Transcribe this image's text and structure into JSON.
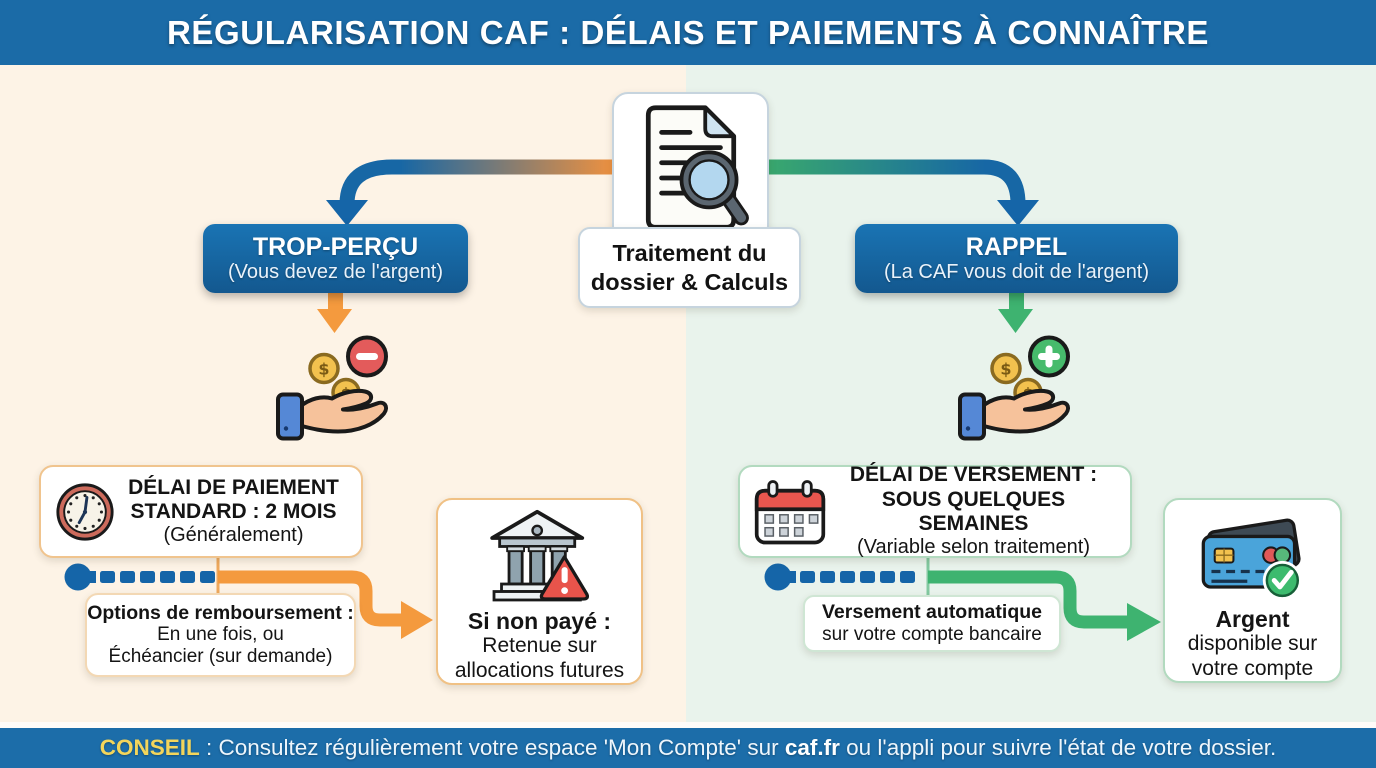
{
  "header": {
    "title": "RÉGULARISATION CAF : DÉLAIS ET PAIEMENTS À CONNAÎTRE"
  },
  "center": {
    "icon": "document-magnifier-icon",
    "label_line1": "Traitement du",
    "label_line2": "dossier & Calculs"
  },
  "left": {
    "node_title": "TROP-PERÇU",
    "node_subtitle": "(Vous devez de l'argent)",
    "hand_icon": "hand-coins-minus-icon",
    "delay_icon": "clock-icon",
    "delay_line1": "DÉLAI DE PAIEMENT",
    "delay_line2": "STANDARD : 2 MOIS",
    "delay_line3": "(Généralement)",
    "options_line1": "Options de remboursement :",
    "options_line2": "En une fois, ou",
    "options_line3": "Échéancier (sur demande)",
    "outcome_icon": "bank-warning-icon",
    "outcome_line1": "Si non payé :",
    "outcome_line2": "Retenue sur",
    "outcome_line3": "allocations futures"
  },
  "right": {
    "node_title": "RAPPEL",
    "node_subtitle": "(La CAF vous doit de l'argent)",
    "hand_icon": "hand-coins-plus-icon",
    "delay_icon": "calendar-icon",
    "delay_line1": "DÉLAI DE VERSEMENT :",
    "delay_line2": "SOUS QUELQUES SEMAINES",
    "delay_line3": "(Variable selon traitement)",
    "auto_line1": "Versement automatique",
    "auto_line2": "sur votre compte bancaire",
    "outcome_icon": "credit-card-check-icon",
    "outcome_line1": "Argent",
    "outcome_line2": "disponible sur",
    "outcome_line3": "votre compte"
  },
  "footer": {
    "label": "CONSEIL",
    "pre": " : Consultez régulièrement votre espace 'Mon Compte' sur ",
    "bold": "caf.fr",
    "post": " ou l'appli pour suivre l'état de votre dossier."
  },
  "colors": {
    "banner_blue": "#1b6ba7",
    "node_blue": "#1565a8",
    "orange": "#f49a3e",
    "green": "#3eb370",
    "left_background": "#fdf3e6",
    "right_background": "#e9f3ec",
    "conseil_yellow": "#f3d55b",
    "timeline_blue": "#1565a8"
  }
}
